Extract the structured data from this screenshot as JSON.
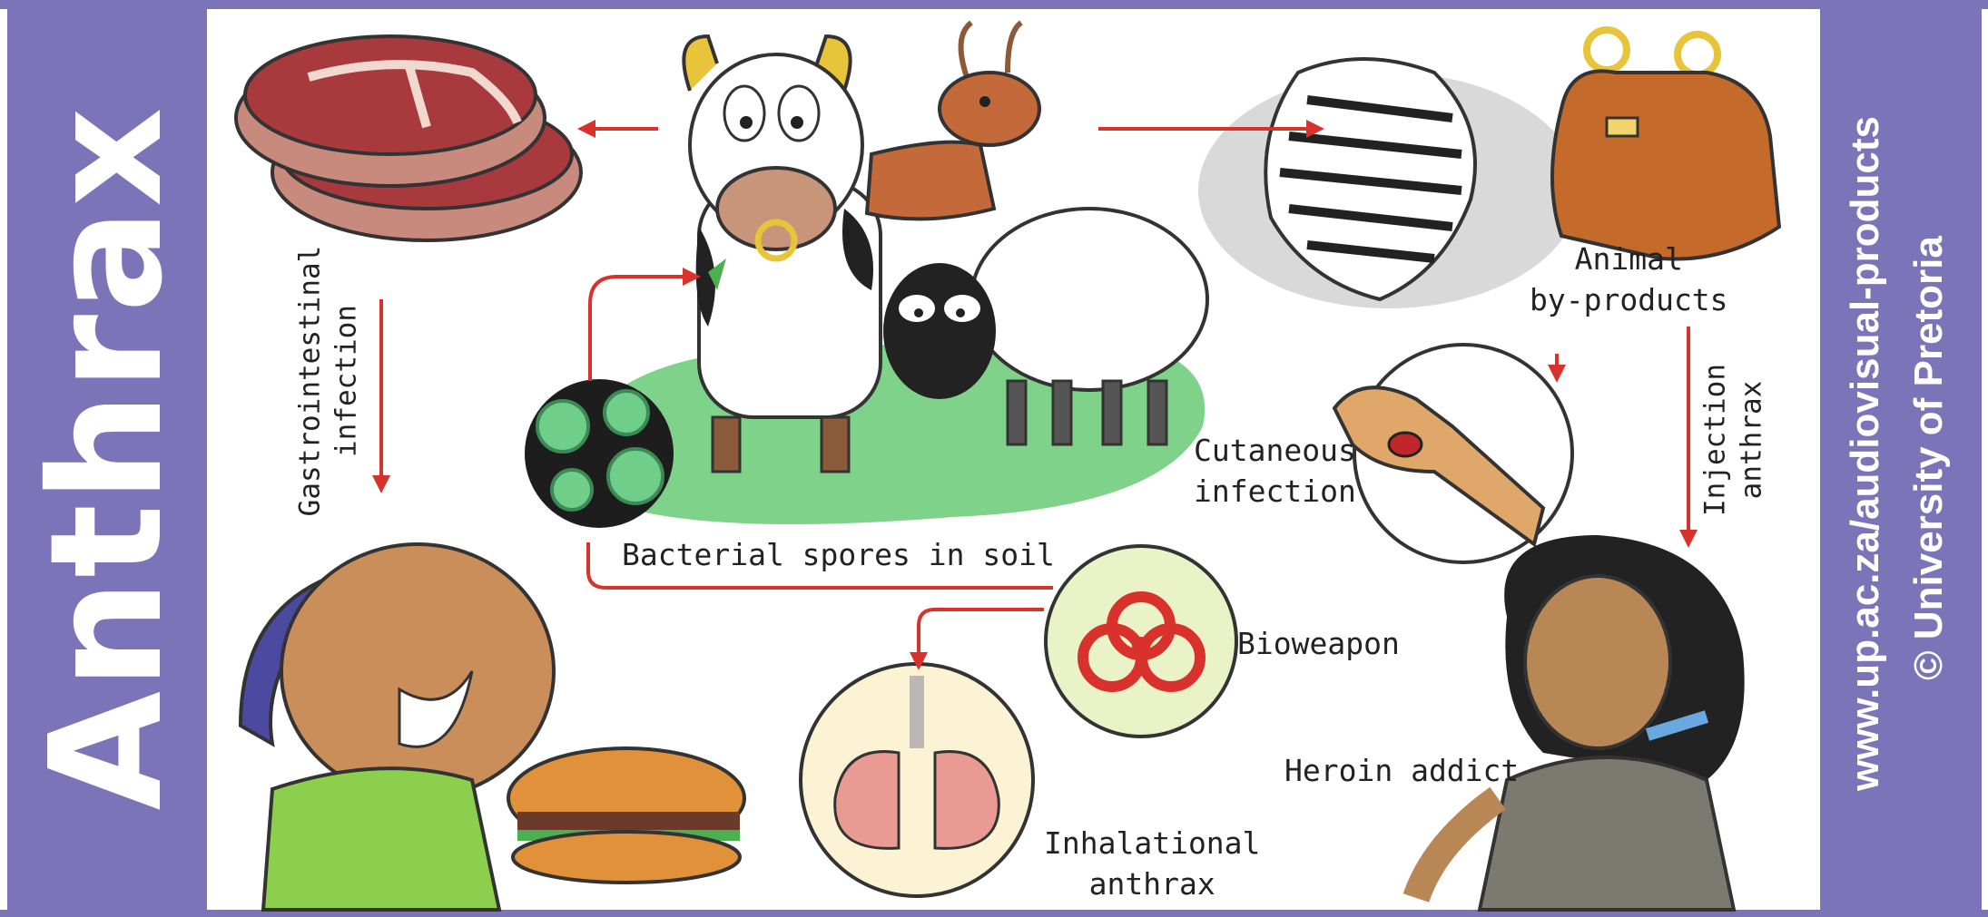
{
  "title": "Anthrax",
  "credit": {
    "url": "www.up.ac.za/audiovisual-products",
    "copyright": "© University of Pretoria"
  },
  "labels": {
    "gi_line1": "Gastrointestinal",
    "gi_line2": "infection",
    "spores": "Bacterial spores in soil",
    "byproducts_line1": "Animal",
    "byproducts_line2": "by-products",
    "cutaneous_line1": "Cutaneous",
    "cutaneous_line2": "infection",
    "injection_line1": "Injection",
    "injection_line2": "anthrax",
    "bioweapon": "Bioweapon",
    "heroin": "Heroin addict",
    "inhal_line1": "Inhalational",
    "inhal_line2": "anthrax"
  },
  "colors": {
    "band": "#7b74b8",
    "arrow": "#d9312b",
    "grass": "#7fd28a",
    "meat": "#a83a3e"
  }
}
